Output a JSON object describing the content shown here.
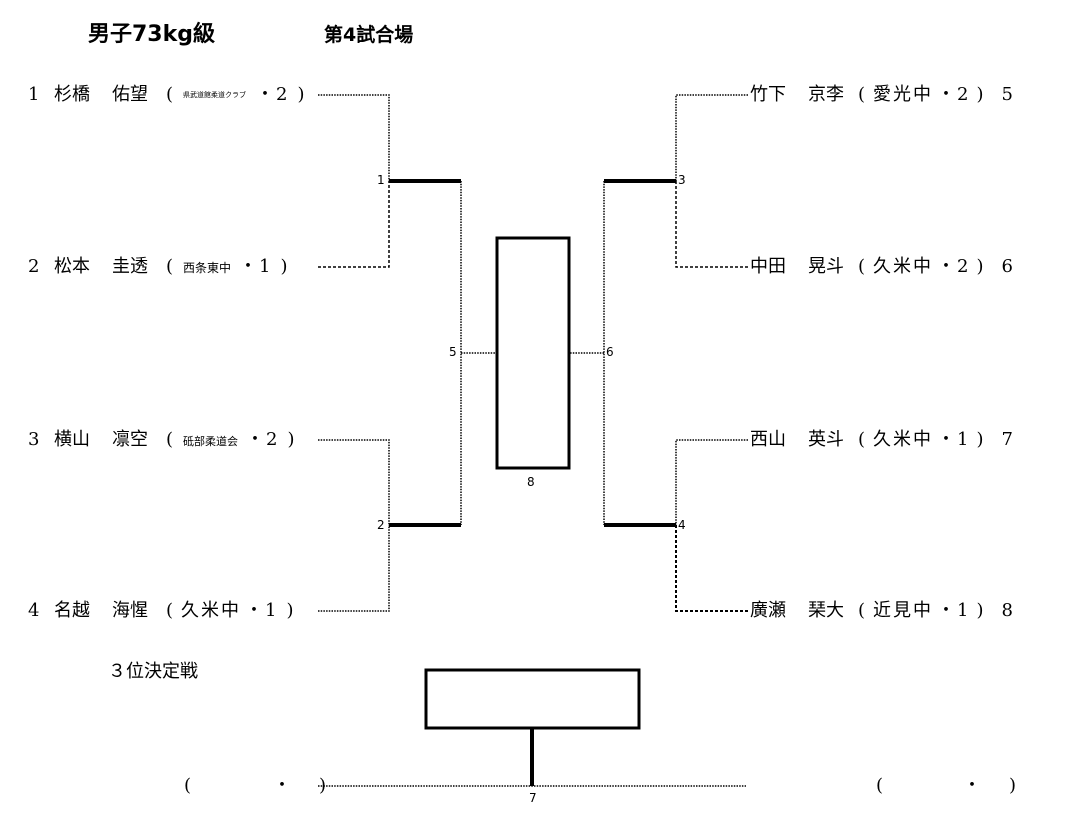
{
  "header": {
    "title": "男子73kg級",
    "venue": "第4試合場"
  },
  "bracket": {
    "left": [
      {
        "seed": "1",
        "surname": "杉橋",
        "given": "佑望",
        "open": "(",
        "club": "県武道館柔道クラブ",
        "sep": "・",
        "grade": "2",
        "close": ")"
      },
      {
        "seed": "2",
        "surname": "松本",
        "given": "圭透",
        "open": "(",
        "club": "西条東中",
        "sep": "・",
        "grade": "1",
        "close": ")"
      },
      {
        "seed": "3",
        "surname": "横山",
        "given": "凛空",
        "open": "(",
        "club": "砥部柔道会",
        "sep": "・",
        "grade": "2",
        "close": ")"
      },
      {
        "seed": "4",
        "surname": "名越",
        "given": "海惺",
        "open": "(",
        "club": "久米中",
        "sep": "・",
        "grade": "1",
        "close": ")"
      }
    ],
    "right": [
      {
        "seed": "5",
        "surname": "竹下",
        "given": "京李",
        "open": "(",
        "club": "愛光中",
        "sep": "・",
        "grade": "2",
        "close": ")"
      },
      {
        "seed": "6",
        "surname": "中田",
        "given": "晃斗",
        "open": "(",
        "club": "久米中",
        "sep": "・",
        "grade": "2",
        "close": ")"
      },
      {
        "seed": "7",
        "surname": "西山",
        "given": "英斗",
        "open": "(",
        "club": "久米中",
        "sep": "・",
        "grade": "1",
        "close": ")"
      },
      {
        "seed": "8",
        "surname": "廣瀬",
        "given": "琹大",
        "open": "(",
        "club": "近見中",
        "sep": "・",
        "grade": "1",
        "close": ")"
      }
    ],
    "match_numbers": [
      "1",
      "2",
      "3",
      "4",
      "5",
      "6",
      "7",
      "8"
    ]
  },
  "third_place": {
    "label": "３位決定戦",
    "left_slot": {
      "open": "(",
      "sep": "・",
      "close": ")"
    },
    "right_slot": {
      "open": "(",
      "sep": "・",
      "close": ")"
    }
  }
}
